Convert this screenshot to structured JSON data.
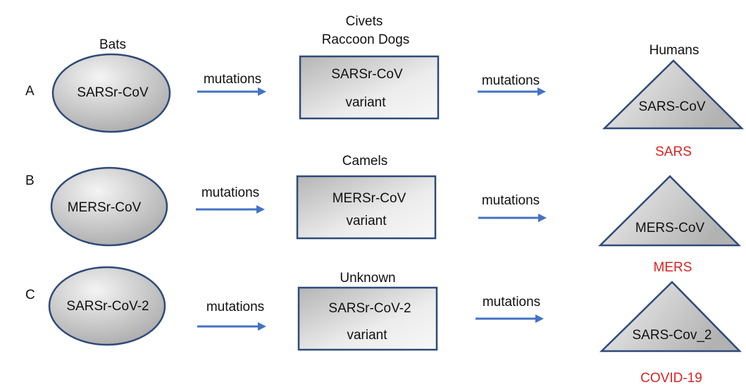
{
  "rows": [
    {
      "letter": "A",
      "host1": "Bats",
      "virus1": "SARSr-CoV",
      "mut1": "mutations",
      "host2": [
        "Civets",
        "Raccoon  Dogs"
      ],
      "virus2": [
        "SARSr-CoV",
        "variant"
      ],
      "mut2": "mutations",
      "host3": "Humans",
      "virus3": "SARS-CoV",
      "disease": "SARS"
    },
    {
      "letter": "B",
      "virus1": "MERSr-CoV",
      "mut1": "mutations",
      "host2": [
        "Camels"
      ],
      "virus2": [
        "MERSr-CoV",
        "variant"
      ],
      "mut2": "mutations",
      "virus3": "MERS-CoV",
      "disease": "MERS"
    },
    {
      "letter": "C",
      "virus1": "SARSr-CoV-2",
      "mut1": "mutations",
      "host2": [
        "Unknown"
      ],
      "virus2": [
        "SARSr-CoV-2",
        "variant"
      ],
      "mut2": "mutations",
      "virus3": "SARS-Cov_2",
      "disease": "COVID-19"
    }
  ],
  "colors": {
    "outline": "#2f4a78",
    "arrow": "#4472c4",
    "disease": "#dd2222",
    "fill_light": "#f4f4f4",
    "fill_dark": "#a6a6a6"
  }
}
